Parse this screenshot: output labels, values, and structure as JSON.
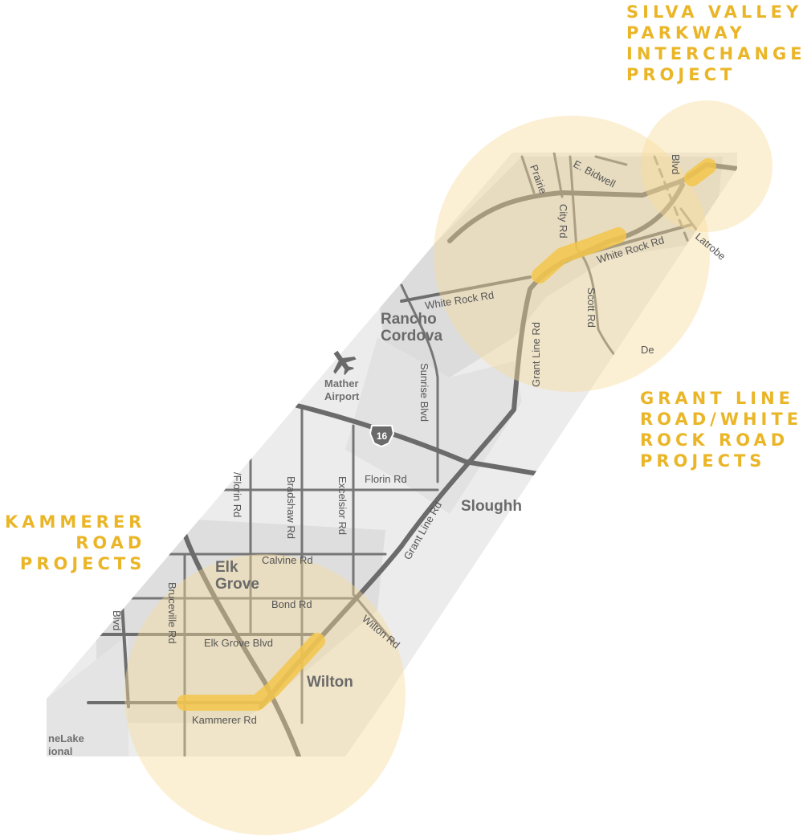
{
  "projects": {
    "silva_valley": [
      "SILVA VALLEY",
      "PARKWAY",
      "INTERCHANGE",
      "PROJECT"
    ],
    "grant_line": [
      "GRANT LINE",
      "ROAD/WHITE",
      "ROCK ROAD",
      "PROJECTS"
    ],
    "kammerer": [
      "KAMMERER",
      "ROAD",
      "PROJECTS"
    ]
  },
  "places": {
    "rancho_cordova": [
      "Rancho",
      "Cordova"
    ],
    "elk_grove": [
      "Elk",
      "Grove"
    ],
    "wilton": "Wilton",
    "sloughhouse": "Sloughh",
    "mather_airport": [
      "Mather",
      "Airport"
    ],
    "cosumnes": [
      "neLake",
      "ional"
    ]
  },
  "highway_shield": "16",
  "streets": {
    "prairie": "Prairie",
    "e_bidwell": "E. Bidwell",
    "city_rd": "City Rd",
    "blvd_top": "Blvd",
    "white_rock_rd_east": "White Rock Rd",
    "white_rock_rd_west": "White Rock Rd",
    "latrobe": "Latrobe",
    "scott_rd": "Scott Rd",
    "grant_line_rd_north": "Grant Line Rd",
    "grant_line_rd_south": "Grant Line Rd",
    "sunrise_blvd": "Sunrise Blvd",
    "de": "De",
    "florin_rd": "Florin Rd",
    "florin_rd_vertical": "/Florin Rd",
    "bradshaw_rd": "Bradshaw Rd",
    "excelsior_rd": "Excelsior Rd",
    "calvine_rd": "Calvine Rd",
    "bond_rd": "Bond Rd",
    "elk_grove_blvd": "Elk Grove Blvd",
    "bruceville_rd": "Bruceville Rd",
    "blvd_left": "Blvd",
    "wilton_rd": "Wilton Rd",
    "kammerer_rd": "Kammerer Rd"
  },
  "icons": [
    "airplane-icon",
    "highway-16-shield-icon"
  ],
  "colors": {
    "highlight": "#f3c64a",
    "circle_fill": "#f7dc98",
    "label": "#eab628",
    "map_band": "#ececec",
    "road": "#6b6b6b"
  }
}
